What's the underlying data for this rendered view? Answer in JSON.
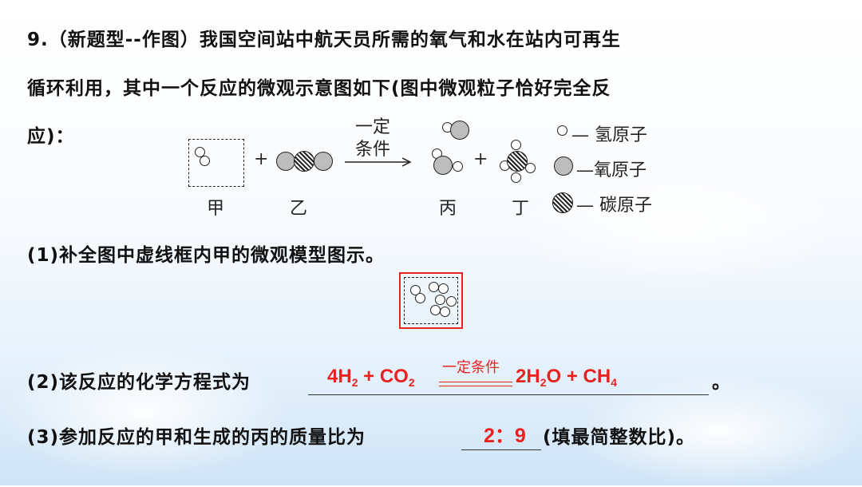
{
  "question": {
    "line1": "9.（新题型--作图）我国空间站中航天员所需的氧气和水在站内可再生",
    "line2": "循环利用，其中一个反应的微观示意图如下(图中微观粒子恰好完全反",
    "line3": "应)："
  },
  "diagram": {
    "condition_top": "一定",
    "condition_bottom": "条件",
    "plus": "+",
    "labels": {
      "jia": "甲",
      "yi": "乙",
      "bing": "丙",
      "ding": "丁"
    },
    "legend": {
      "hydrogen": "— 氢原子",
      "oxygen": "—氧原子",
      "carbon": "— 碳原子"
    }
  },
  "part1": {
    "text": "(1)补全图中虚线框内甲的微观模型图示。"
  },
  "part2": {
    "text": "(2)该反应的化学方程式为",
    "end": "。",
    "answer": {
      "r1_coef": "4H",
      "r1_sub": "2",
      "plus1": "+",
      "r2": "CO",
      "r2_sub": "2",
      "condition": "一定条件",
      "p1_coef": "2H",
      "p1_sub": "2",
      "p1_tail": "O",
      "plus2": "+",
      "p2": "CH",
      "p2_sub": "4"
    }
  },
  "part3": {
    "text": "(3)参加反应的甲和生成的丙的质量比为",
    "answer": "2：9",
    "suffix": "(填最简整数比)。"
  },
  "colors": {
    "answer_red": "#e8231f",
    "box_red": "#e8231f",
    "background": "#eaf3fb"
  }
}
